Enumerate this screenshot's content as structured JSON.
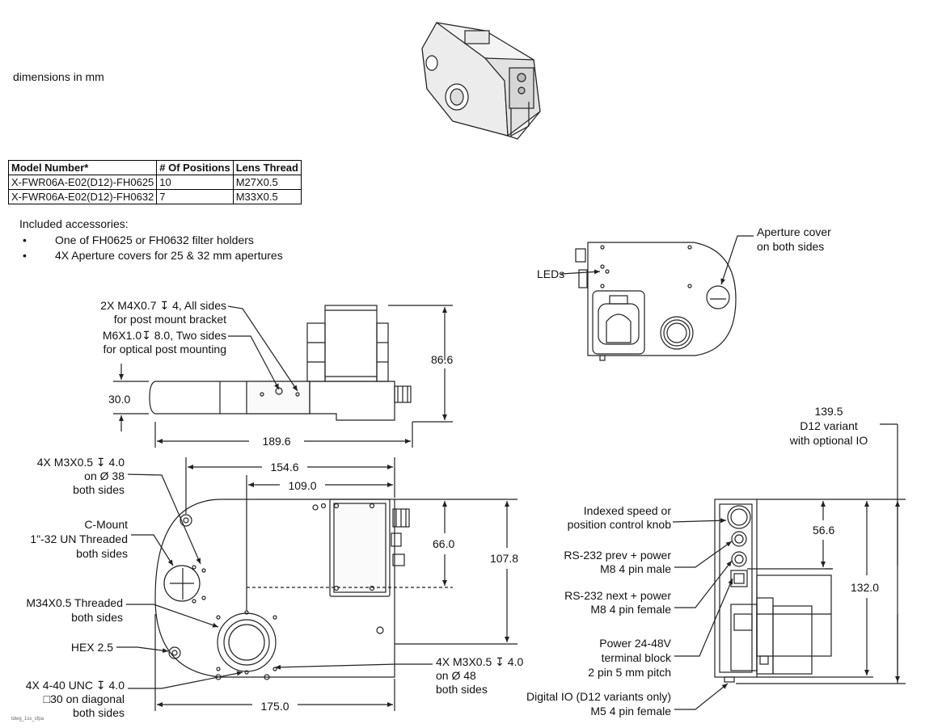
{
  "units_note": "dimensions in mm",
  "table": {
    "headers": [
      "Model Number*",
      "# Of Positions",
      "Lens Thread"
    ],
    "rows": [
      [
        "X-FWR06A-E02(D12)-FH0625",
        "10",
        "M27X0.5"
      ],
      [
        "X-FWR06A-E02(D12)-FH0632",
        "7",
        "M33X0.5"
      ]
    ]
  },
  "accessories": {
    "title": "Included accessories:",
    "items": [
      "One of FH0625 or FH0632 filter holders",
      "4X Aperture covers for 25 & 32 mm apertures"
    ]
  },
  "top_view": {
    "callout_post_mount": [
      "2X M4X0.7 ↧ 4, All sides",
      "for post mount bracket"
    ],
    "callout_optical_post": [
      "M6X1.0↧ 8.0, Two sides",
      "for optical post mounting"
    ],
    "dim_height": "86.6",
    "dim_thickness": "30.0",
    "dim_length": "189.6"
  },
  "side_view": {
    "leds_label": "LEDs",
    "aperture_cover_label": [
      "Aperture cover",
      "on both sides"
    ]
  },
  "front_view": {
    "callout_m3_38": [
      "4X M3X0.5 ↧ 4.0",
      "on Ø 38",
      "both sides"
    ],
    "callout_cmount": [
      "C-Mount",
      "1\"-32 UN Threaded",
      "both sides"
    ],
    "callout_m34": [
      "M34X0.5 Threaded",
      "both sides"
    ],
    "callout_hex": "HEX 2.5",
    "callout_440": [
      "4X 4-40 UNC  ↧ 4.0",
      "□30 on diagonal",
      "both sides"
    ],
    "callout_m3_48": [
      "4X M3X0.5 ↧ 4.0",
      "on Ø 48",
      "both sides"
    ],
    "dim_154": "154.6",
    "dim_109": "109.0",
    "dim_66": "66.0",
    "dim_107": "107.8",
    "dim_175": "175.0"
  },
  "end_view": {
    "dim_139": [
      "139.5",
      "D12 variant",
      "with optional IO"
    ],
    "dim_56": "56.6",
    "dim_132": "132.0",
    "knob_label": [
      "Indexed speed or",
      "position control knob"
    ],
    "rs232_prev": [
      "RS-232 prev + power",
      "M8 4 pin male"
    ],
    "rs232_next": [
      "RS-232 next + power",
      "M8 4 pin female"
    ],
    "power_label": [
      "Power 24-48V",
      "terminal block",
      "2 pin 5 mm pitch"
    ],
    "digital_io": [
      "Digital IO (D12 variants only)",
      "M5 4 pin female"
    ]
  },
  "footer_note": "tdwg_1ss_sfpa"
}
